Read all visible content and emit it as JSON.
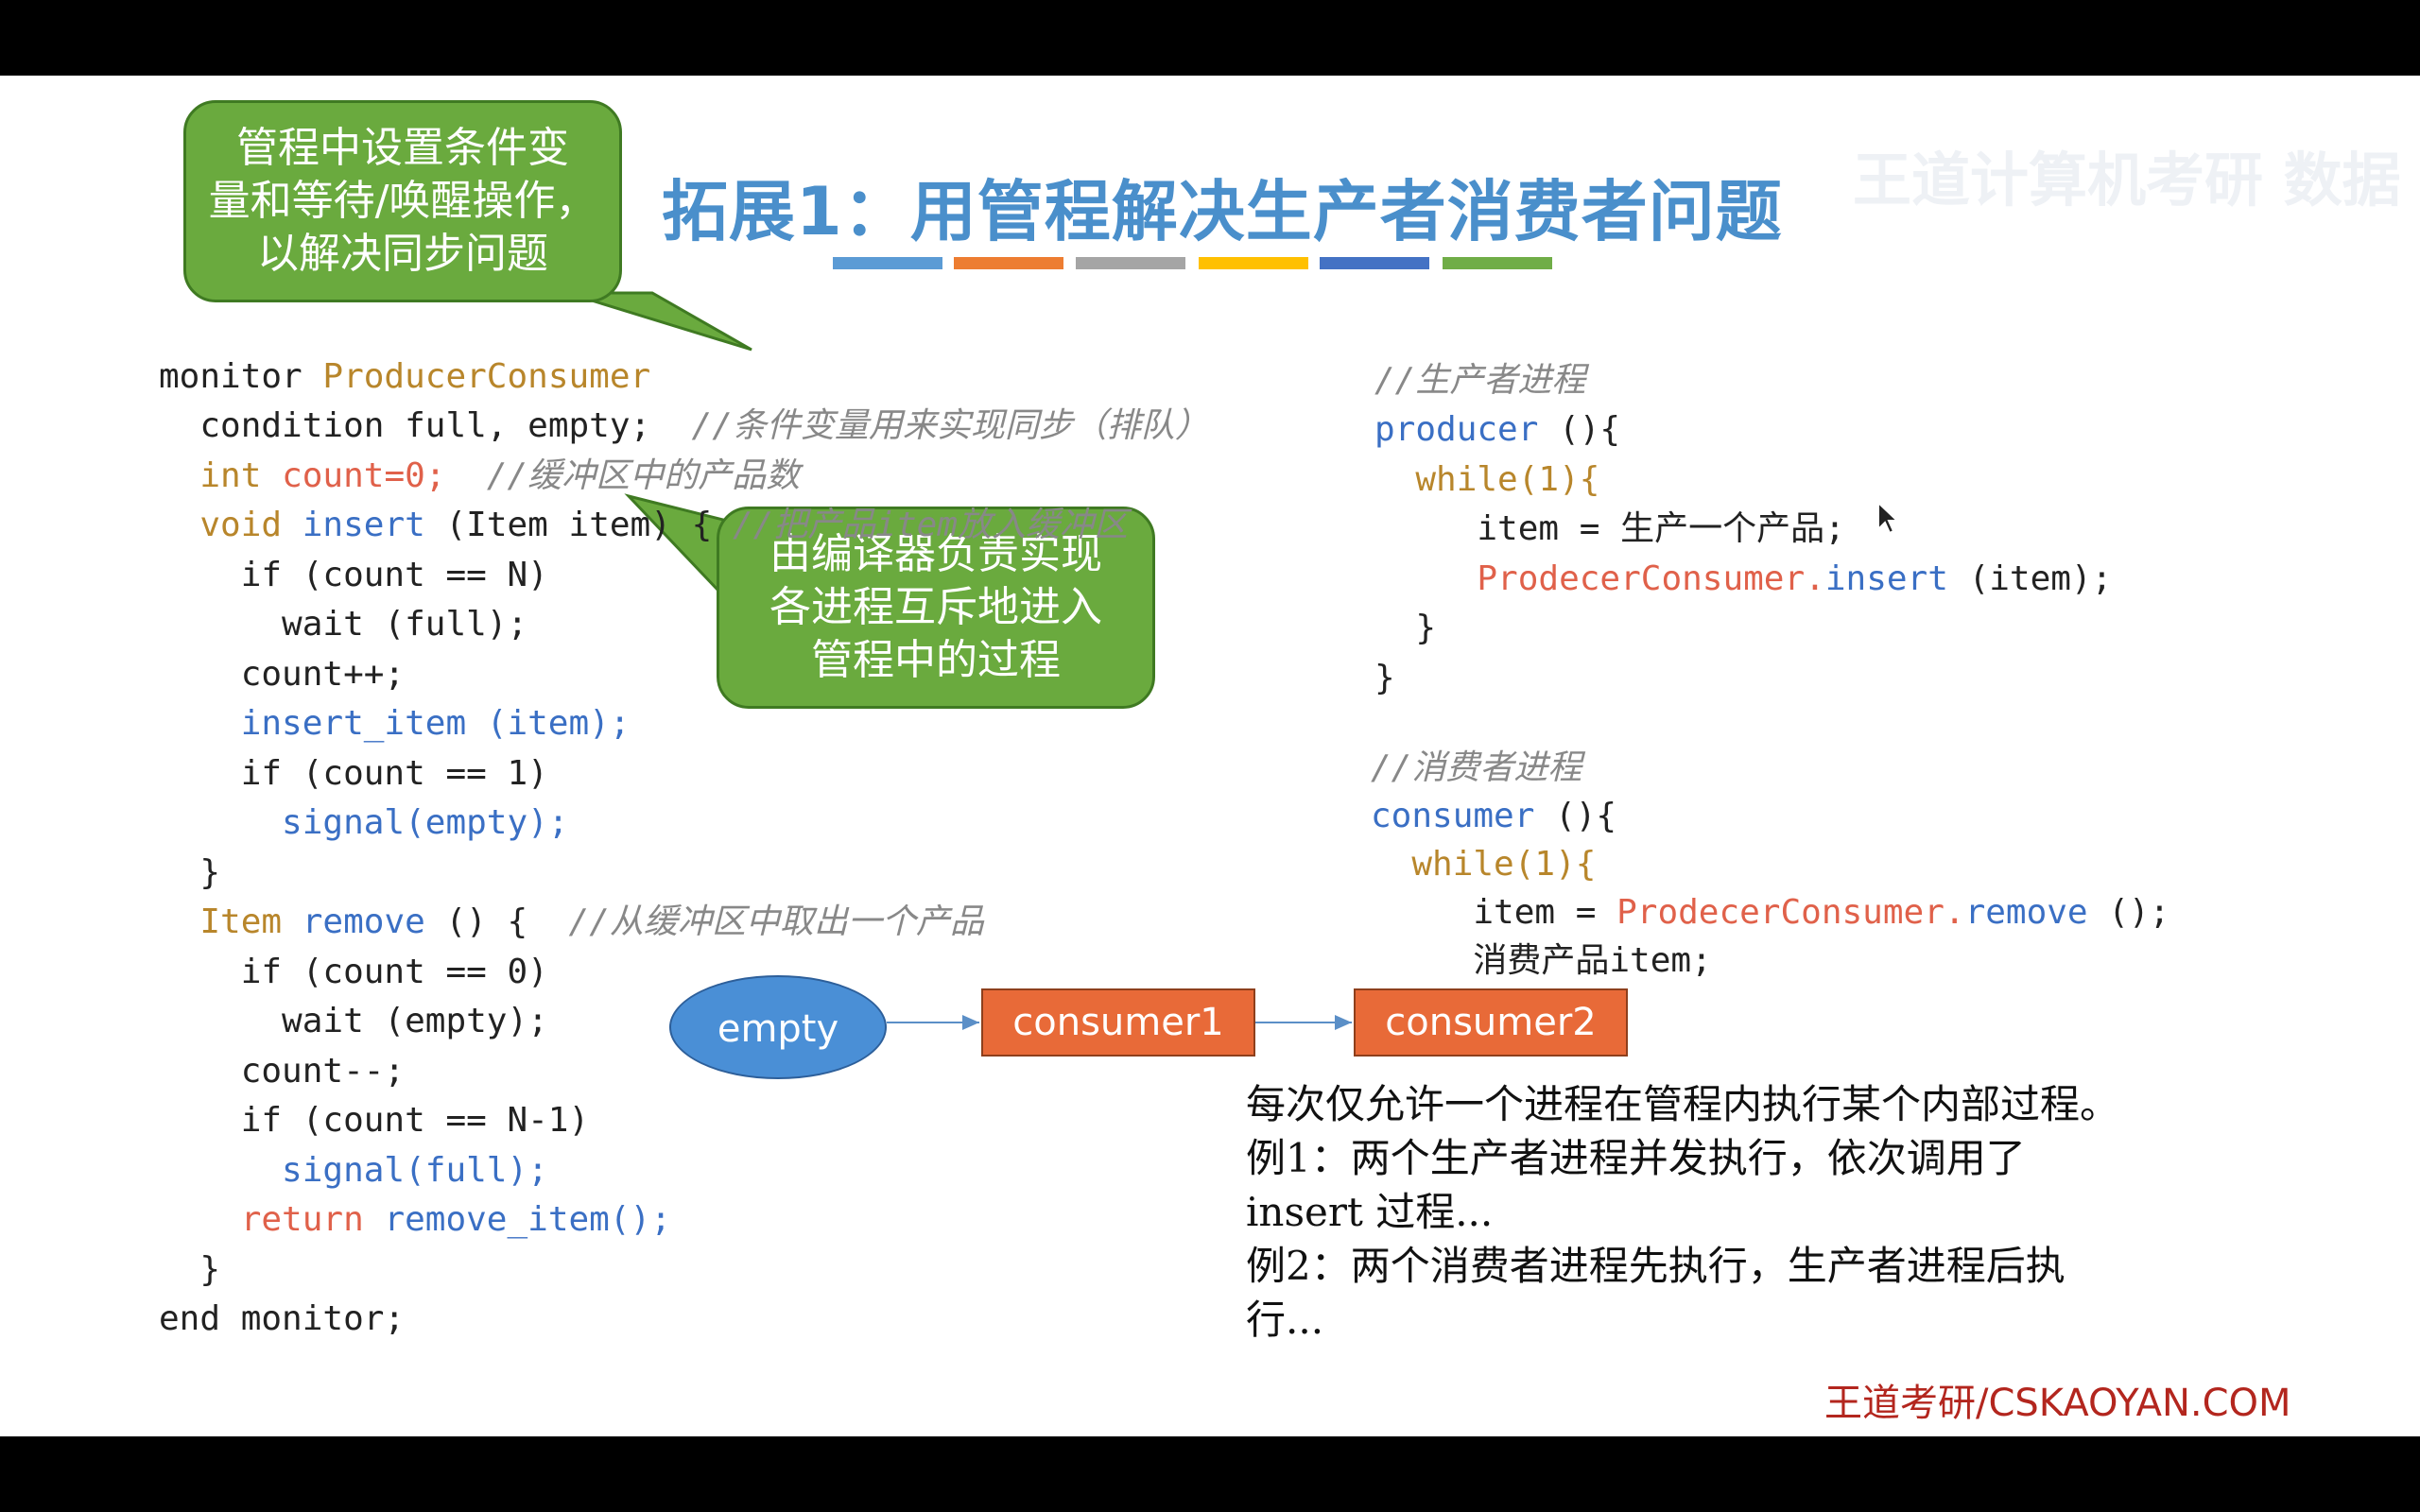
{
  "slide": {
    "title": "拓展1：用管程解决生产者消费者问题",
    "watermark": "王道计算机考研 数据",
    "color_bars": [
      "#5b9bd5",
      "#ed7d31",
      "#a5a5a5",
      "#ffc000",
      "#4472c4",
      "#70ad47"
    ],
    "bubbles": {
      "top_left": [
        "管程中设置条件变",
        "量和等待/唤醒操作，",
        "以解决同步问题"
      ],
      "middle": [
        "由编译器负责实现",
        "各进程互斥地进入",
        "管程中的过程"
      ]
    },
    "code": {
      "monitor_kw": "monitor",
      "monitor_name": "ProducerConsumer",
      "cond_decl": "condition full, empty;",
      "cond_comment": "//条件变量用来实现同步（排队）",
      "int_kw": "int",
      "count_decl": "count=0;",
      "count_comment": "//缓冲区中的产品数",
      "void_kw": "void",
      "insert_fn": "insert",
      "insert_sig": "(Item item) {",
      "insert_comment": "//把产品item放入缓冲区",
      "if1": "if (count == N)",
      "wait_full": "wait (full);",
      "count_inc": "count++;",
      "insert_item": "insert_item (item);",
      "if2": "if (count == 1)",
      "signal_empty": "signal(empty);",
      "close1": "}",
      "item_type": "Item",
      "remove_fn": "remove",
      "remove_sig": "() {",
      "remove_comment": "//从缓冲区中取出一个产品",
      "if3": "if (count == 0)",
      "wait_empty": "wait (empty);",
      "count_dec": "count--;",
      "if4": "if (count == N-1)",
      "signal_full": "signal(full);",
      "return_kw": "return",
      "return_call": "remove_item();",
      "close2": "}",
      "end_monitor": "end monitor;"
    },
    "producer_code": {
      "comment": "//生产者进程",
      "fn": "producer",
      "sig": "(){",
      "while": "while(1){",
      "line1": "item = 生产一个产品;",
      "call_obj": "ProdecerConsumer.",
      "call_fn": "insert",
      "call_args": "(item);",
      "close_inner": "}",
      "close_outer": "}"
    },
    "consumer_code": {
      "comment": "//消费者进程",
      "fn": "consumer",
      "sig": "(){",
      "while": "while(1){",
      "line1_prefix": "item = ",
      "call_obj": "ProdecerConsumer.",
      "call_fn": "remove",
      "call_args": "();",
      "line2": "消费产品item;",
      "close_inner": "}"
    },
    "diagram": {
      "node": "empty",
      "queue": [
        "consumer1",
        "consumer2"
      ]
    },
    "explanation": [
      "每次仅允许一个进程在管程内执行某个内部过程。",
      "例1：两个生产者进程并发执行，依次调用了",
      "insert 过程...",
      "例2：两个消费者进程先执行，生产者进程后执",
      "行..."
    ],
    "footer": "王道考研/CSKAOYAN.COM"
  }
}
